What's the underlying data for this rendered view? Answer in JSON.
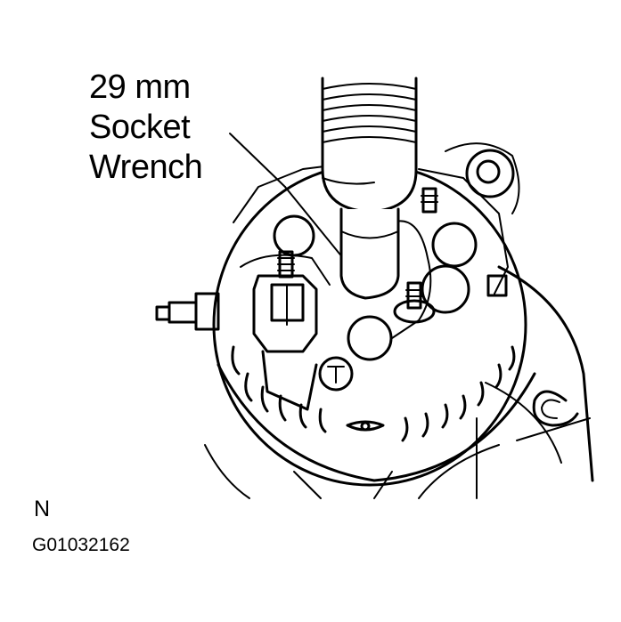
{
  "figure": {
    "callout": {
      "lines": [
        "29 mm",
        "Socket",
        "Wrench"
      ]
    },
    "view_letter": "N",
    "figure_code": "G01032162",
    "subject": "alternator rear end with 29 mm socket wrench on pulley nut",
    "colors": {
      "line": "#000000",
      "background": "#ffffff"
    }
  }
}
